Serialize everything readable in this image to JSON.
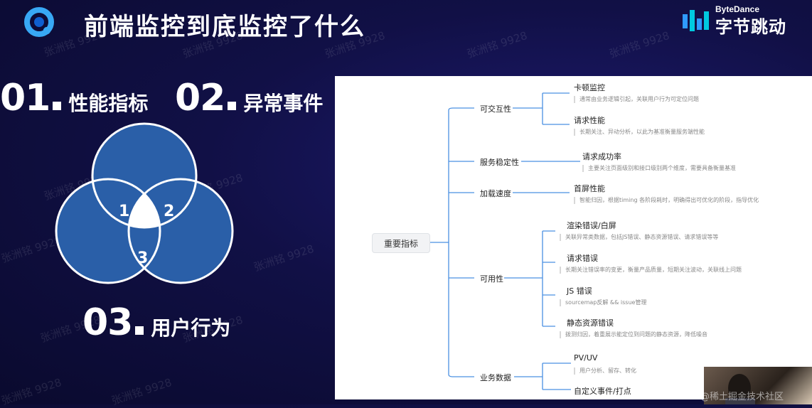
{
  "slide": {
    "title": "前端监控到底监控了什么"
  },
  "brand": {
    "en": "ByteDance",
    "cn": "字节跳动"
  },
  "watermark": {
    "text": "张洲铭 9928"
  },
  "metrics": [
    {
      "num": "01",
      "label": "性能指标"
    },
    {
      "num": "02",
      "label": "异常事件"
    },
    {
      "num": "03",
      "label": "用户行为"
    }
  ],
  "venn": {
    "regions": [
      "1",
      "2",
      "3"
    ],
    "fill": "#2a5fa8",
    "stroke": "#ffffff"
  },
  "mindmap": {
    "root": "重要指标",
    "branches": [
      {
        "label": "可交互性",
        "leaves": [
          {
            "title": "卡顿监控",
            "desc": "通常由业务逻辑引起，关联用户行为可定位问题"
          },
          {
            "title": "请求性能",
            "desc": "长期关注、异动分析，以此为基准衡量服务端性能"
          }
        ]
      },
      {
        "label": "服务稳定性",
        "leaves": [
          {
            "title": "请求成功率",
            "desc": "主要关注页面级别和接口级别两个维度，需要具备衡量基准"
          }
        ]
      },
      {
        "label": "加载速度",
        "leaves": [
          {
            "title": "首屏性能",
            "desc": "智能归因，根据timing 各阶段耗时，明确得出可优化的阶段，指导优化"
          }
        ]
      },
      {
        "label": "可用性",
        "leaves": [
          {
            "title": "渲染错误/白屏",
            "desc": "关联异常类数据，包括JS错误、静态资源错误、请求错误等等"
          },
          {
            "title": "请求错误",
            "desc": "长期关注错误率的变更，衡量产品质量，短期关注波动，关联线上问题"
          },
          {
            "title": "JS 错误",
            "desc": "sourcemap反解 && issue管理"
          },
          {
            "title": "静态资源错误",
            "desc": "拨测归因，着重展示能定位到问题的静态资源，降低噪音"
          }
        ]
      },
      {
        "label": "业务数据",
        "leaves": [
          {
            "title": "PV/UV",
            "desc": "用户分析、留存、转化"
          },
          {
            "title": "自定义事件/打点",
            "desc": ""
          }
        ]
      }
    ]
  },
  "footer": {
    "text": "@稀土掘金技术社区"
  },
  "colors": {
    "accent": "#2a5fa8",
    "line": "#4a90e2",
    "background": "#111046"
  }
}
